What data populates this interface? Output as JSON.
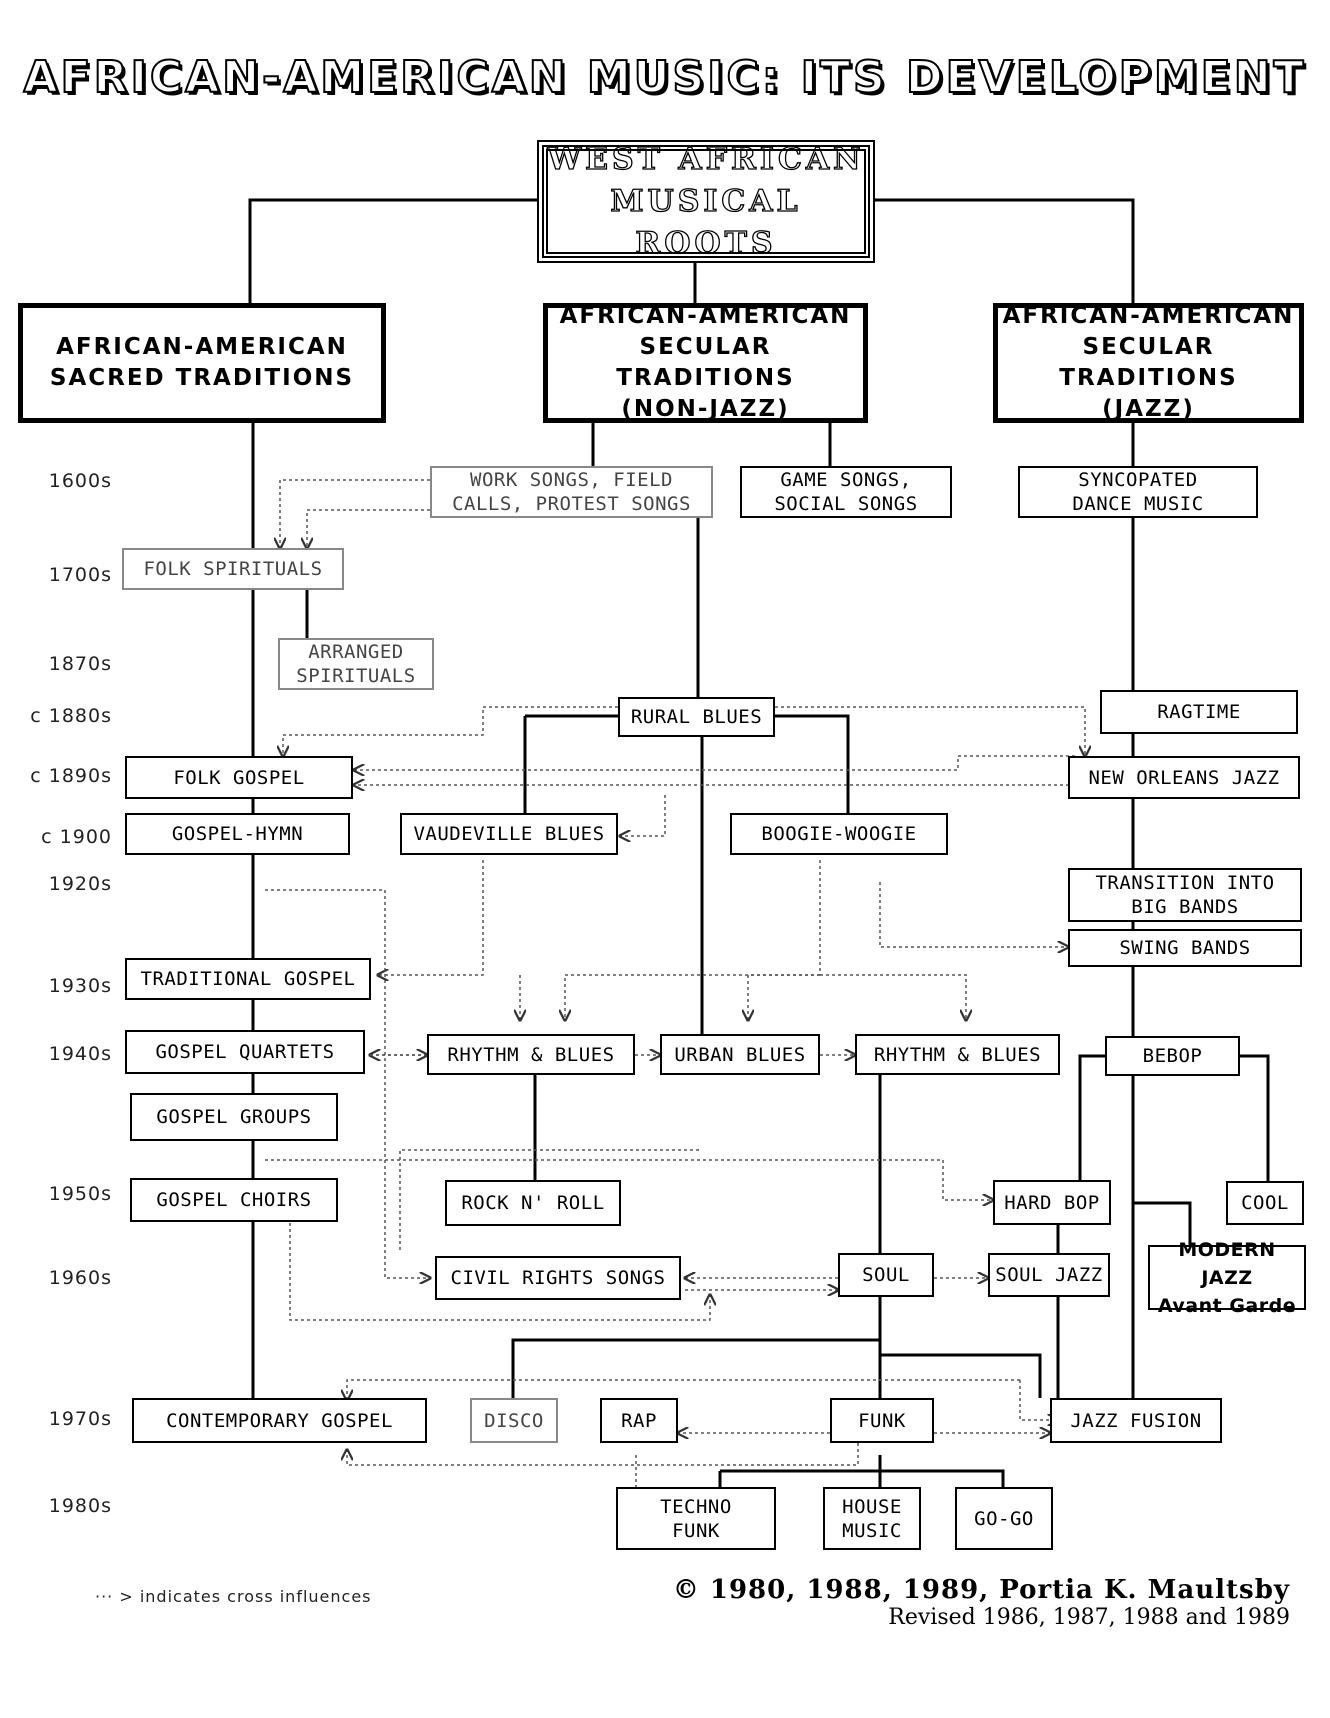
{
  "title": "AFRICAN-AMERICAN MUSIC:  ITS DEVELOPMENT",
  "root": "WEST AFRICAN\nMUSICAL ROOTS",
  "traditions": {
    "sacred": "AFRICAN-AMERICAN\nSACRED TRADITIONS",
    "secular_nonjazz": "AFRICAN-AMERICAN\nSECULAR TRADITIONS\n(NON-JAZZ)",
    "secular_jazz": "AFRICAN-AMERICAN\nSECULAR TRADITIONS\n(JAZZ)"
  },
  "years": [
    "1600s",
    "1700s",
    "1870s",
    "c 1880s",
    "c 1890s",
    "c 1900",
    "1920s",
    "1930s",
    "1940s",
    "1950s",
    "1960s",
    "1970s",
    "1980s"
  ],
  "nodes": {
    "work_songs": "WORK SONGS, FIELD\nCALLS, PROTEST SONGS",
    "game_songs": "GAME SONGS,\nSOCIAL SONGS",
    "syncopated": "SYNCOPATED\nDANCE MUSIC",
    "folk_spirituals": "FOLK SPIRITUALS",
    "arranged_spirituals": "ARRANGED\nSPIRITUALS",
    "rural_blues": "RURAL BLUES",
    "ragtime": "RAGTIME",
    "folk_gospel": "FOLK GOSPEL",
    "new_orleans": "NEW ORLEANS JAZZ",
    "gospel_hymn": "GOSPEL-HYMN",
    "vaudeville": "VAUDEVILLE BLUES",
    "boogie": "BOOGIE-WOOGIE",
    "transition": "TRANSITION INTO\nBIG BANDS",
    "swing": "SWING BANDS",
    "traditional_gospel": "TRADITIONAL GOSPEL",
    "gospel_quartets": "GOSPEL QUARTETS",
    "rnb1": "RHYTHM & BLUES",
    "urban_blues": "URBAN BLUES",
    "rnb2": "RHYTHM & BLUES",
    "bebop": "BEBOP",
    "gospel_groups": "GOSPEL GROUPS",
    "gospel_choirs": "GOSPEL CHOIRS",
    "rock": "ROCK N' ROLL",
    "hard_bop": "HARD BOP",
    "cool": "COOL",
    "civil_rights": "CIVIL RIGHTS SONGS",
    "soul": "SOUL",
    "soul_jazz": "SOUL JAZZ",
    "modern_jazz": "MODERN JAZZ\nAvant Garde",
    "contemporary_gospel": "CONTEMPORARY GOSPEL",
    "disco": "DISCO",
    "rap": "RAP",
    "funk": "FUNK",
    "jazz_fusion": "JAZZ FUSION",
    "techno_funk": "TECHNO\nFUNK",
    "house": "HOUSE\nMUSIC",
    "gogo": "GO-GO"
  },
  "legend": "···   >  indicates cross influences",
  "copyright": "© 1980, 1988, 1989, Portia K. Maultsby",
  "revised": "Revised 1986, 1987, 1988 and 1989"
}
